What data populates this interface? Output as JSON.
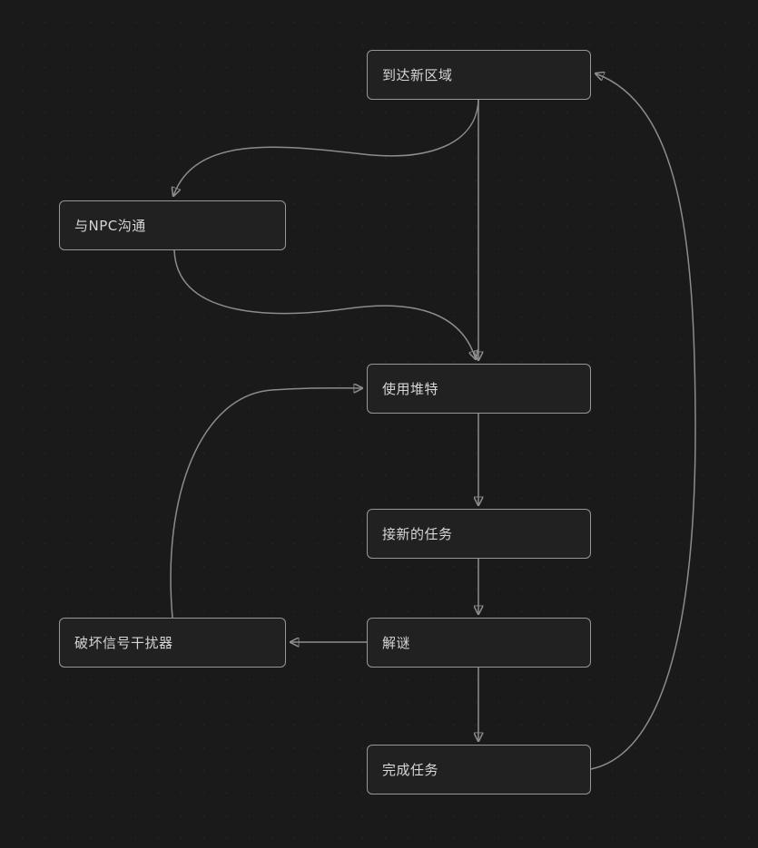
{
  "diagram": {
    "nodes": [
      {
        "id": "arrive",
        "label": "到达新区域"
      },
      {
        "id": "npc",
        "label": "与NPC沟通"
      },
      {
        "id": "tweet",
        "label": "使用堆特"
      },
      {
        "id": "task",
        "label": "接新的任务"
      },
      {
        "id": "puzzle",
        "label": "解谜"
      },
      {
        "id": "jammer",
        "label": "破坏信号干扰器"
      },
      {
        "id": "complete",
        "label": "完成任务"
      }
    ],
    "edges": [
      {
        "from": "到达新区域",
        "to": "与NPC沟通"
      },
      {
        "from": "到达新区域",
        "to": "使用堆特"
      },
      {
        "from": "与NPC沟通",
        "to": "使用堆特"
      },
      {
        "from": "使用堆特",
        "to": "接新的任务"
      },
      {
        "from": "接新的任务",
        "to": "解谜"
      },
      {
        "from": "解谜",
        "to": "破坏信号干扰器"
      },
      {
        "from": "破坏信号干扰器",
        "to": "使用堆特"
      },
      {
        "from": "解谜",
        "to": "完成任务"
      },
      {
        "from": "完成任务",
        "to": "到达新区域"
      }
    ],
    "colors": {
      "background": "#1a1a1a",
      "node_fill": "#212121",
      "node_border": "#979797",
      "edge": "#8c8c8c",
      "text": "#d6d6d6"
    }
  }
}
